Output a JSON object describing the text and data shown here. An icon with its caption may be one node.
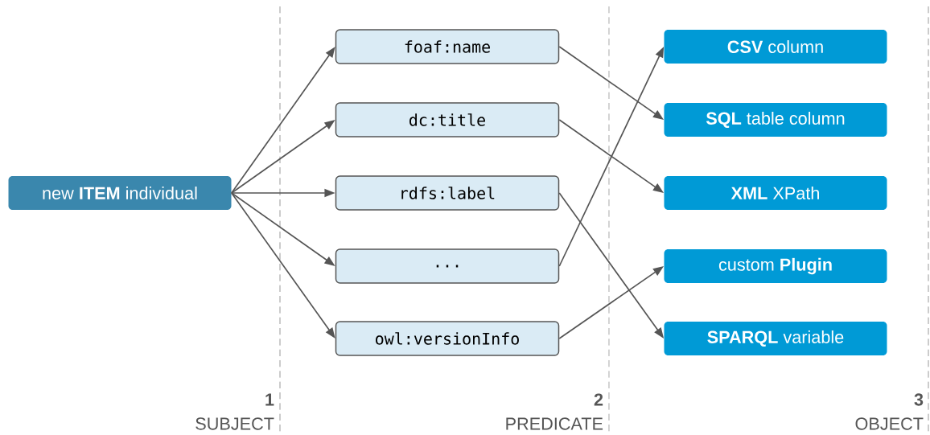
{
  "diagram": {
    "nodes": [
      {
        "text": [
          "new **ITEM** individual"
        ]
      },
      {
        "text": [
          "foaf:name"
        ]
      },
      {
        "text": [
          "dc:title"
        ]
      },
      {
        "text": [
          "rdfs:label"
        ]
      },
      {
        "text": [
          "..."
        ]
      },
      {
        "text": [
          "owl:versionInfo"
        ]
      },
      {
        "text": [
          "**CSV** column"
        ]
      },
      {
        "text": [
          "**SQL** table column"
        ]
      },
      {
        "text": [
          "**XML** XPath"
        ]
      },
      {
        "text": [
          "custom **Plugin**"
        ]
      },
      {
        "text": [
          "**SPARQL** variable"
        ]
      }
    ],
    "edges": [
      {
        "from": 0,
        "to": 1,
        "arrow": "to"
      },
      {
        "from": 0,
        "to": 2,
        "arrow": "to"
      },
      {
        "from": 0,
        "to": 3,
        "arrow": "to"
      },
      {
        "from": 0,
        "to": 4,
        "arrow": "to"
      },
      {
        "from": 0,
        "to": 5,
        "arrow": "to"
      },
      {
        "from": 1,
        "to": 7,
        "arrow": "to"
      },
      {
        "from": 2,
        "to": 8,
        "arrow": "to"
      },
      {
        "from": 3,
        "to": 10,
        "arrow": "to"
      },
      {
        "from": 4,
        "to": 6,
        "arrow": "to"
      },
      {
        "from": 5,
        "to": 9,
        "arrow": "to"
      }
    ],
    "labels": [
      "1",
      "SUBJECT",
      "2",
      "PREDICATE",
      "3",
      "OBJECT"
    ]
  }
}
